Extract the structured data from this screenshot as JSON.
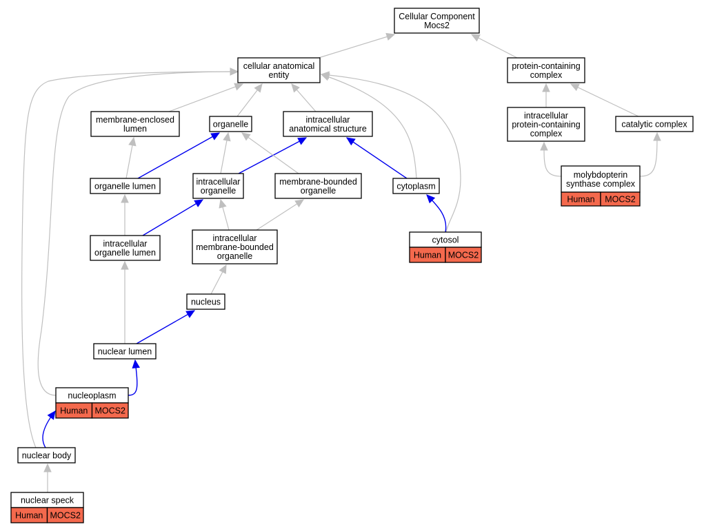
{
  "colors": {
    "gray_edge": "#bfbfbf",
    "blue_edge": "#0000ee",
    "annotation_fill": "#f4694d"
  },
  "nodes": {
    "root": {
      "lines": [
        "Cellular Component",
        "Mocs2"
      ]
    },
    "cae": {
      "lines": [
        "cellular anatomical",
        "entity"
      ]
    },
    "pcc": {
      "lines": [
        "protein-containing",
        "complex"
      ]
    },
    "mel": {
      "lines": [
        "membrane-enclosed",
        "lumen"
      ]
    },
    "org": {
      "lines": [
        "organelle"
      ]
    },
    "ias": {
      "lines": [
        "intracellular",
        "anatomical structure"
      ]
    },
    "ipcc": {
      "lines": [
        "intracellular",
        "protein-containing",
        "complex"
      ]
    },
    "cat": {
      "lines": [
        "catalytic complex"
      ]
    },
    "orglum": {
      "lines": [
        "organelle lumen"
      ]
    },
    "iorg": {
      "lines": [
        "intracellular",
        "organelle"
      ]
    },
    "mbo": {
      "lines": [
        "membrane-bounded",
        "organelle"
      ]
    },
    "cyto": {
      "lines": [
        "cytoplasm"
      ]
    },
    "msc": {
      "lines": [
        "molybdopterin",
        "synthase complex"
      ],
      "annotation": [
        "Human",
        "MOCS2"
      ]
    },
    "iol": {
      "lines": [
        "intracellular",
        "organelle lumen"
      ]
    },
    "imbo": {
      "lines": [
        "intracellular",
        "membrane-bounded",
        "organelle"
      ]
    },
    "cytosol": {
      "lines": [
        "cytosol"
      ],
      "annotation": [
        "Human",
        "MOCS2"
      ]
    },
    "nucleus": {
      "lines": [
        "nucleus"
      ]
    },
    "nlumen": {
      "lines": [
        "nuclear lumen"
      ]
    },
    "nucleoplasm": {
      "lines": [
        "nucleoplasm"
      ],
      "annotation": [
        "Human",
        "MOCS2"
      ]
    },
    "nbody": {
      "lines": [
        "nuclear body"
      ]
    },
    "nspeck": {
      "lines": [
        "nuclear speck"
      ],
      "annotation": [
        "Human",
        "MOCS2"
      ]
    }
  },
  "edges": [
    {
      "from": "cae",
      "to": "root",
      "kind": "is_a"
    },
    {
      "from": "pcc",
      "to": "root",
      "kind": "is_a"
    },
    {
      "from": "mel",
      "to": "cae",
      "kind": "is_a"
    },
    {
      "from": "org",
      "to": "cae",
      "kind": "is_a"
    },
    {
      "from": "ias",
      "to": "cae",
      "kind": "is_a"
    },
    {
      "from": "cyto",
      "to": "cae",
      "kind": "is_a"
    },
    {
      "from": "cytosol",
      "to": "cae",
      "kind": "is_a"
    },
    {
      "from": "nucleoplasm",
      "to": "cae",
      "kind": "is_a"
    },
    {
      "from": "nbody",
      "to": "cae",
      "kind": "is_a"
    },
    {
      "from": "ipcc",
      "to": "pcc",
      "kind": "is_a"
    },
    {
      "from": "cat",
      "to": "pcc",
      "kind": "is_a"
    },
    {
      "from": "msc",
      "to": "ipcc",
      "kind": "is_a"
    },
    {
      "from": "msc",
      "to": "cat",
      "kind": "is_a"
    },
    {
      "from": "orglum",
      "to": "mel",
      "kind": "is_a"
    },
    {
      "from": "orglum",
      "to": "org",
      "kind": "part_of"
    },
    {
      "from": "iorg",
      "to": "org",
      "kind": "is_a"
    },
    {
      "from": "iorg",
      "to": "ias",
      "kind": "part_of"
    },
    {
      "from": "mbo",
      "to": "org",
      "kind": "is_a"
    },
    {
      "from": "cyto",
      "to": "ias",
      "kind": "part_of"
    },
    {
      "from": "iol",
      "to": "orglum",
      "kind": "is_a"
    },
    {
      "from": "iol",
      "to": "iorg",
      "kind": "part_of"
    },
    {
      "from": "imbo",
      "to": "iorg",
      "kind": "is_a"
    },
    {
      "from": "imbo",
      "to": "mbo",
      "kind": "is_a"
    },
    {
      "from": "cytosol",
      "to": "cyto",
      "kind": "part_of"
    },
    {
      "from": "nucleus",
      "to": "imbo",
      "kind": "is_a"
    },
    {
      "from": "nlumen",
      "to": "iol",
      "kind": "is_a"
    },
    {
      "from": "nlumen",
      "to": "nucleus",
      "kind": "part_of"
    },
    {
      "from": "nucleoplasm",
      "to": "nlumen",
      "kind": "part_of"
    },
    {
      "from": "nbody",
      "to": "nucleoplasm",
      "kind": "part_of"
    },
    {
      "from": "nspeck",
      "to": "nbody",
      "kind": "is_a"
    }
  ]
}
